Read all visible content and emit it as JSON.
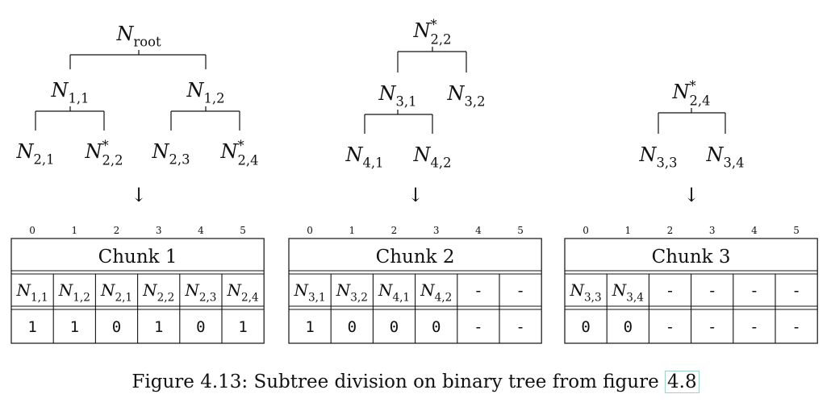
{
  "trees": [
    {
      "nodes": [
        {
          "id": "root",
          "base": "N",
          "sub": "root",
          "sup": ""
        },
        {
          "id": "n11",
          "base": "N",
          "sub": "1,1",
          "sup": ""
        },
        {
          "id": "n12",
          "base": "N",
          "sub": "1,2",
          "sup": ""
        },
        {
          "id": "n21",
          "base": "N",
          "sub": "2,1",
          "sup": ""
        },
        {
          "id": "n22",
          "base": "N",
          "sub": "2,2",
          "sup": "*"
        },
        {
          "id": "n23",
          "base": "N",
          "sub": "2,3",
          "sup": ""
        },
        {
          "id": "n24",
          "base": "N",
          "sub": "2,4",
          "sup": "*"
        }
      ],
      "edges": [
        [
          "root",
          "n11"
        ],
        [
          "root",
          "n12"
        ],
        [
          "n11",
          "n21"
        ],
        [
          "n11",
          "n22"
        ],
        [
          "n12",
          "n23"
        ],
        [
          "n12",
          "n24"
        ]
      ]
    },
    {
      "nodes": [
        {
          "id": "s22",
          "base": "N",
          "sub": "2,2",
          "sup": "*"
        },
        {
          "id": "n31",
          "base": "N",
          "sub": "3,1",
          "sup": ""
        },
        {
          "id": "n32",
          "base": "N",
          "sub": "3,2",
          "sup": ""
        },
        {
          "id": "n41",
          "base": "N",
          "sub": "4,1",
          "sup": ""
        },
        {
          "id": "n42",
          "base": "N",
          "sub": "4,2",
          "sup": ""
        }
      ],
      "edges": [
        [
          "s22",
          "n31"
        ],
        [
          "s22",
          "n32"
        ],
        [
          "n31",
          "n41"
        ],
        [
          "n31",
          "n42"
        ]
      ]
    },
    {
      "nodes": [
        {
          "id": "s24",
          "base": "N",
          "sub": "2,4",
          "sup": "*"
        },
        {
          "id": "n33",
          "base": "N",
          "sub": "3,3",
          "sup": ""
        },
        {
          "id": "n34",
          "base": "N",
          "sub": "3,4",
          "sup": ""
        }
      ],
      "edges": [
        [
          "s24",
          "n33"
        ],
        [
          "s24",
          "n34"
        ]
      ]
    }
  ],
  "arrow": "↓",
  "chunks": [
    {
      "title": "Chunk 1",
      "indices": [
        "0",
        "1",
        "2",
        "3",
        "4",
        "5"
      ],
      "nodes": [
        {
          "base": "N",
          "sub": "1,1"
        },
        {
          "base": "N",
          "sub": "1,2"
        },
        {
          "base": "N",
          "sub": "2,1"
        },
        {
          "base": "N",
          "sub": "2,2"
        },
        {
          "base": "N",
          "sub": "2,3"
        },
        {
          "base": "N",
          "sub": "2,4"
        }
      ],
      "bits": [
        "1",
        "1",
        "0",
        "1",
        "0",
        "1"
      ]
    },
    {
      "title": "Chunk 2",
      "indices": [
        "0",
        "1",
        "2",
        "3",
        "4",
        "5"
      ],
      "nodes": [
        {
          "base": "N",
          "sub": "3,1"
        },
        {
          "base": "N",
          "sub": "3,2"
        },
        {
          "base": "N",
          "sub": "4,1"
        },
        {
          "base": "N",
          "sub": "4,2"
        },
        {
          "base": "-",
          "sub": ""
        },
        {
          "base": "-",
          "sub": ""
        }
      ],
      "bits": [
        "1",
        "0",
        "0",
        "0",
        "-",
        "-"
      ]
    },
    {
      "title": "Chunk 3",
      "indices": [
        "0",
        "1",
        "2",
        "3",
        "4",
        "5"
      ],
      "nodes": [
        {
          "base": "N",
          "sub": "3,3"
        },
        {
          "base": "N",
          "sub": "3,4"
        },
        {
          "base": "-",
          "sub": ""
        },
        {
          "base": "-",
          "sub": ""
        },
        {
          "base": "-",
          "sub": ""
        },
        {
          "base": "-",
          "sub": ""
        }
      ],
      "bits": [
        "0",
        "0",
        "-",
        "-",
        "-",
        "-"
      ]
    }
  ],
  "caption": {
    "text": "Figure 4.13: Subtree division on binary tree from figure ",
    "ref": "4.8"
  }
}
